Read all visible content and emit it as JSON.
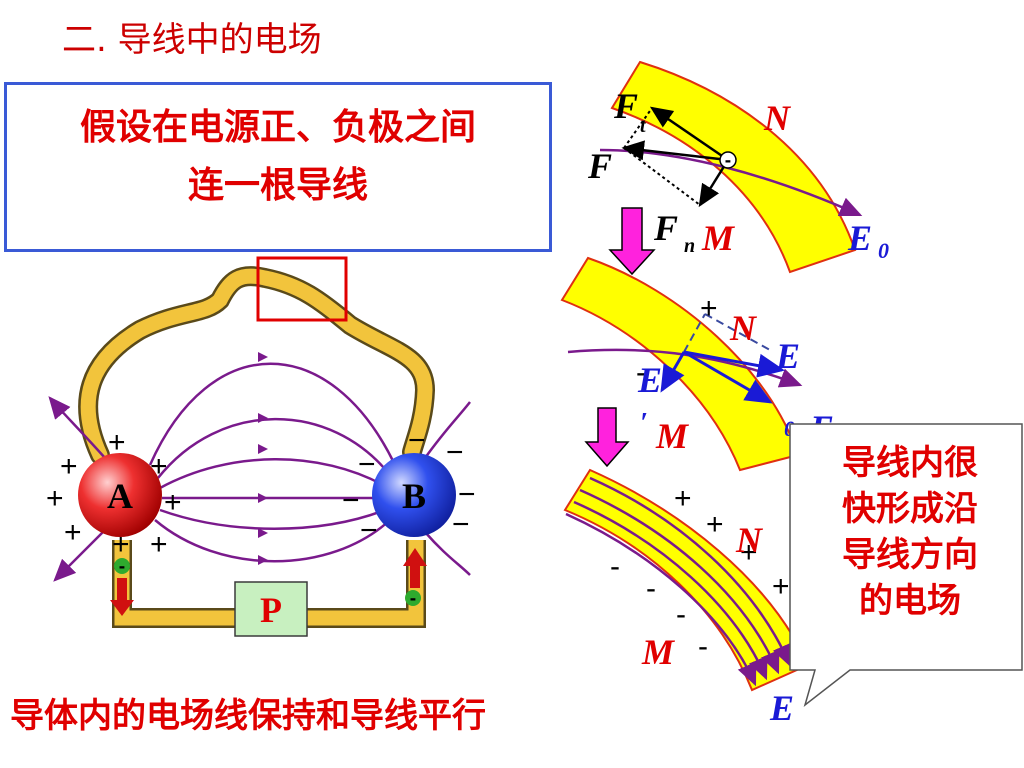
{
  "title": "二. 导线中的电场",
  "box": {
    "line1": "假设在电源正、负极之间",
    "line2": "连一根导线"
  },
  "callout": {
    "line1": "导线内很",
    "line2": "快形成沿",
    "line3": "导线方向",
    "line4": "的电场"
  },
  "caption": "导体内的电场线保持和导线平行",
  "circuit": {
    "sphere_a": "A",
    "sphere_b": "B",
    "pump": "P",
    "minus_sign": "-",
    "plus_sign": "+",
    "minus_charge": "−"
  },
  "panel_top": {
    "force_t": "F",
    "force_t_sub": "t",
    "force": "F",
    "force_n": "F",
    "force_n_sub": "n",
    "point_n": "N",
    "point_m": "M",
    "field": "E",
    "field_sub": "0",
    "charge": "-"
  },
  "panel_mid": {
    "point_n": "N",
    "point_m": "M",
    "field_e": "E",
    "field_e_prime": "E",
    "prime": "′",
    "field_e0": "E",
    "field_e0_sub": "0",
    "field_sub_left": "0",
    "plus_sign": "+",
    "minus_sign": "-"
  },
  "panel_bottom": {
    "point_n": "N",
    "point_m": "M",
    "field": "E",
    "plus_sign": "+",
    "minus_sign": "-"
  },
  "colors": {
    "red": "#e00000",
    "blue": "#1a1ad6",
    "wire": "#f2c43c",
    "conductor": "#ffff00",
    "field_line": "#7a1a8c"
  }
}
